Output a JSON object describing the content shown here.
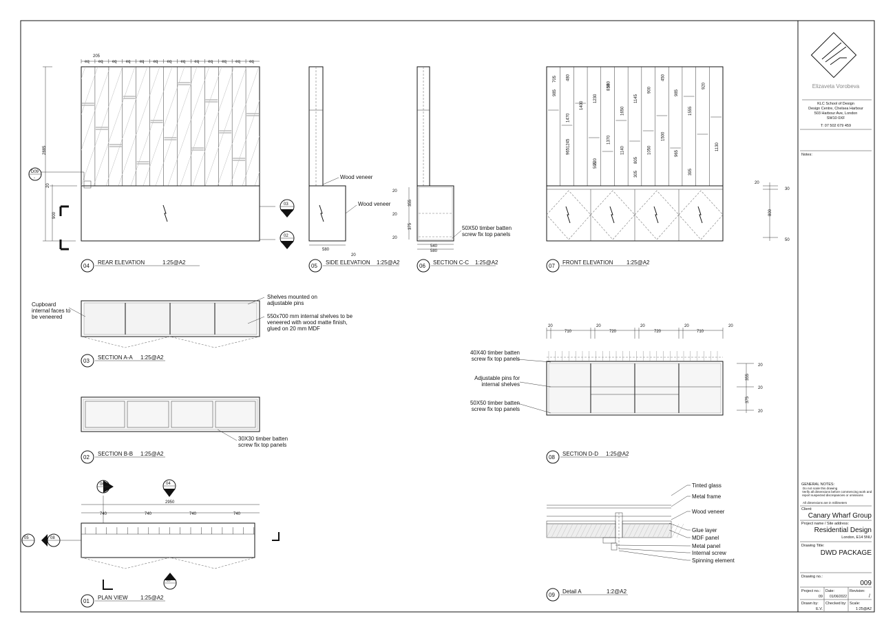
{
  "views": {
    "rear_elevation": {
      "num": "04",
      "title": "REAR ELEVATION",
      "scale": "1:25@A2",
      "dim_205": "205",
      "dim_eq": "eq",
      "dim_2885": "2885",
      "dim_900": "900",
      "dim_20": "20",
      "callout": "D09",
      "tag_03": "03",
      "tag_02": "02",
      "dash": "-"
    },
    "side_elevation": {
      "num": "05",
      "title": "SIDE ELEVATION",
      "scale": "1:25@A2",
      "label_veneer_top": "Wood veneer",
      "label_veneer": "Wood veneer",
      "dim_580": "580",
      "dim_20": "20"
    },
    "section_cc": {
      "num": "06",
      "title": "SECTION C-C",
      "scale": "1:25@A2",
      "dim_20a": "20",
      "dim_355": "355",
      "dim_20b": "20",
      "dim_375": "375",
      "dim_20c": "20",
      "dim_540": "540",
      "dim_580": "580",
      "label": "50X50 timber batten screw fix top panels"
    },
    "front_elevation": {
      "num": "07",
      "title": "FRONT ELEVATION",
      "scale": "1:25@A2",
      "dims": [
        "705",
        "985",
        "480",
        "1470",
        "965",
        "1245",
        "1400",
        "595",
        "1230",
        "720",
        "580",
        "1370",
        "810",
        "1140",
        "1650",
        "305",
        "1145",
        "805",
        "900",
        "1050",
        "450",
        "1500",
        "985",
        "965",
        "1555",
        "395",
        "920",
        "1130"
      ],
      "side_20": "20",
      "side_30": "30",
      "side_800": "800",
      "side_50": "50"
    },
    "section_aa": {
      "num": "03",
      "title": "SECTION A-A",
      "scale": "1:25@A2",
      "label_left": "Cupboard internal faces to be veneered",
      "label_pins": "Shelves mounted on adjustable pins",
      "label_shelves": "550x700 mm internal shelves to be veneered with wood matte finish, glued on 20 mm MDF"
    },
    "section_bb": {
      "num": "02",
      "title": "SECTION B-B",
      "scale": "1:25@A2",
      "label": "30X30 timber batten screw fix top panels"
    },
    "plan_view": {
      "num": "01",
      "title": "PLAN VIEW",
      "scale": "1:25@A2",
      "dim_total": "2950",
      "dims": [
        "740",
        "740",
        "740",
        "740"
      ],
      "tag_06": "06",
      "tag_04": "04",
      "tag_05": "05",
      "tag_08": "08",
      "tag_07": "07"
    },
    "section_dd": {
      "num": "08",
      "title": "SECTION D-D",
      "scale": "1:25@A2",
      "top_dims": [
        "20",
        "710",
        "20",
        "720",
        "20",
        "720",
        "20",
        "710",
        "20"
      ],
      "label_40": "40X40 timber batten screw fix top panels",
      "label_pins": "Adjustable pins for internal shelves",
      "label_50": "50X50 timber batten screw fix top panels",
      "right_dims": [
        "20",
        "355",
        "20",
        "375",
        "20"
      ]
    },
    "detail_a": {
      "num": "09",
      "title": "Detail A",
      "scale": "1:2@A2",
      "labels": [
        "Tinted glass",
        "Metal frame",
        "Wood veneer",
        "Glue layer",
        "MDF panel",
        "Metal panel",
        "Internal screw",
        "Spinning element"
      ]
    }
  },
  "title_block": {
    "designer": "Elizaveta Vorobeva",
    "address": [
      "KLC School of Design",
      "Design Centre, Chelsea Harbour",
      "503 Harbour Ave, London",
      "SW10 0XF",
      "T: 07 502 679 459"
    ],
    "notes_label": "Notes:",
    "general_notes_label": "GENERAL NOTES:",
    "general_notes": [
      "Do not scale this drawing",
      "Verify all dimensions before commencing work and report suspected discrepancies or omissions",
      "All dimensions are in millimeters"
    ],
    "client_label": "Client:",
    "client": "Canary Wharf Group",
    "project_label": "Project name / Site address:",
    "project": "Residential Design",
    "location": "London, E14 5NU",
    "drawing_title_label": "Drawing Title:",
    "drawing_title": "DWD PACKAGE",
    "drawing_no_label": "Drawing no.:",
    "drawing_no": "009",
    "project_no_label": "Project no.:",
    "project_no": "09",
    "date_label": "Date:",
    "date": "01/06/2022",
    "revision_label": "Revision:",
    "revision": "/",
    "drawn_by_label": "Drawn by:",
    "drawn_by": "E.V.",
    "checked_by_label": "Checked by:",
    "checked_by": "",
    "scale_label": "Scale:",
    "scale": "1:25@A2"
  }
}
